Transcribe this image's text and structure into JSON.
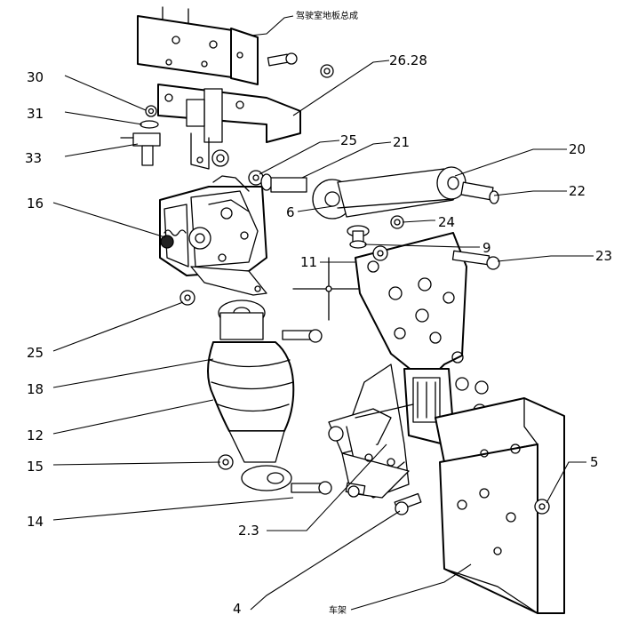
{
  "callouts": {
    "c30": "30",
    "c31": "31",
    "c33": "33",
    "c16": "16",
    "c25a": "25",
    "c25b": "25",
    "c18": "18",
    "c12": "12",
    "c15": "15",
    "c14": "14",
    "c2628": "26.28",
    "c21": "21",
    "c20": "20",
    "c22": "22",
    "c24": "24",
    "c6": "6",
    "c9": "9",
    "c11": "11",
    "c23": "23",
    "c5": "5",
    "c23b": "2.3",
    "c4": "4"
  },
  "notes": {
    "top_bracket": "驾驶室地板总成",
    "frame": "车架"
  }
}
